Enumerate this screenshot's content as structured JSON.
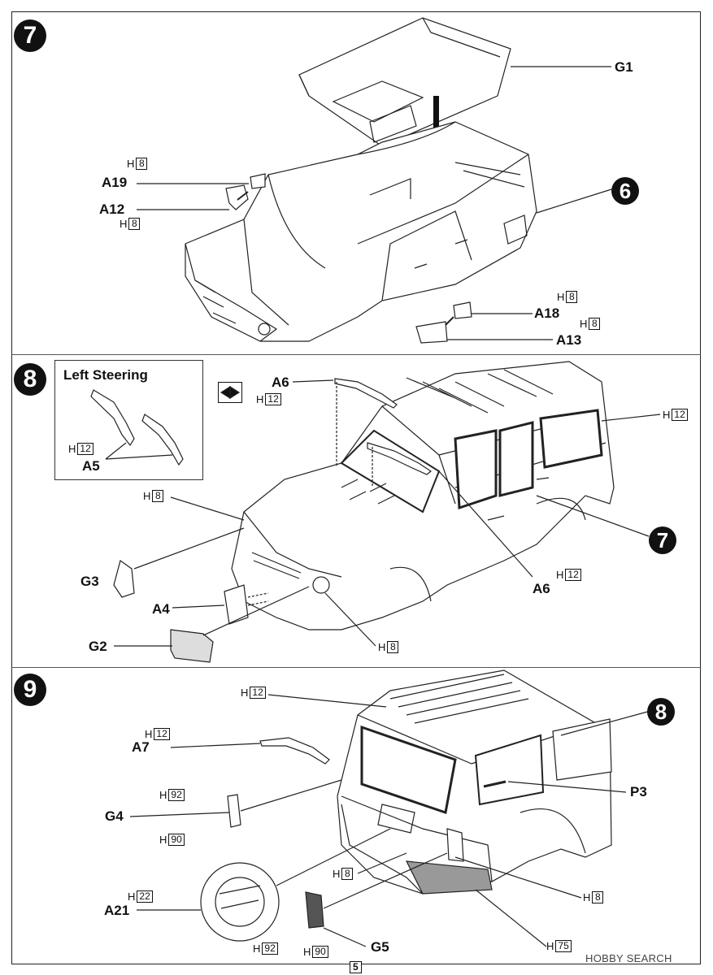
{
  "steps": {
    "s7": "7",
    "s8": "8",
    "s9": "9",
    "ref6": "6",
    "ref7": "7",
    "ref8": "8"
  },
  "inset": {
    "title": "Left Steering"
  },
  "parts": {
    "G1": "G1",
    "A19": "A19",
    "A12": "A12",
    "A18": "A18",
    "A13": "A13",
    "A6a": "A6",
    "A6b": "A6",
    "A5": "A5",
    "G3": "G3",
    "A4": "A4",
    "G2": "G2",
    "A7": "A7",
    "G4": "G4",
    "A21": "A21",
    "G5": "G5",
    "P3": "P3"
  },
  "colors": {
    "H_letter": "H",
    "c8": "8",
    "c12": "12",
    "c22": "22",
    "c75": "75",
    "c90": "90",
    "c92": "92"
  },
  "footer": {
    "page": "5",
    "watermark": "HOBBY SEARCH"
  }
}
